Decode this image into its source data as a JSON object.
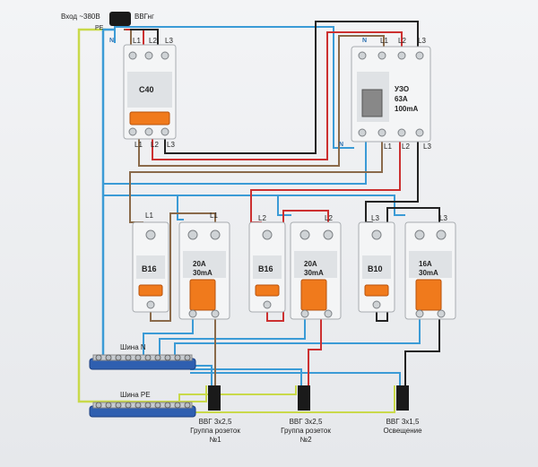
{
  "header": {
    "input_label": "Вход ~380В",
    "cable_type": "ВВГнг"
  },
  "tags": {
    "pe": "PE",
    "n": "N",
    "l1": "L1",
    "l2": "L2",
    "l3": "L3"
  },
  "devices": {
    "main_breaker": "C40",
    "rcd_main": "УЗО\n63А\n100mA",
    "b16_1": "B16",
    "rcd1": "20А\n30mA",
    "b16_2": "B16",
    "rcd2": "20А\n30mA",
    "b10": "B10",
    "rcd3": "16А\n30mA"
  },
  "buses": {
    "n": "Шина N",
    "pe": "Шина PE"
  },
  "groups": [
    {
      "caption": "ВВГ 3х2,5\nГруппа розеток\n№1"
    },
    {
      "caption": "ВВГ 3х2,5\nГруппа розеток\n№2"
    },
    {
      "caption": "ВВГ 3х1,5\nОсвещение"
    }
  ],
  "colors": {
    "phase_l1": "#8a6a4a",
    "phase_l2": "#cc3030",
    "phase_l3": "#222222",
    "neutral": "#3b9bd6",
    "earth": "#c9d94a",
    "breaker_handle": "#f07a1c",
    "bus_bar": "#2f5fb0"
  }
}
